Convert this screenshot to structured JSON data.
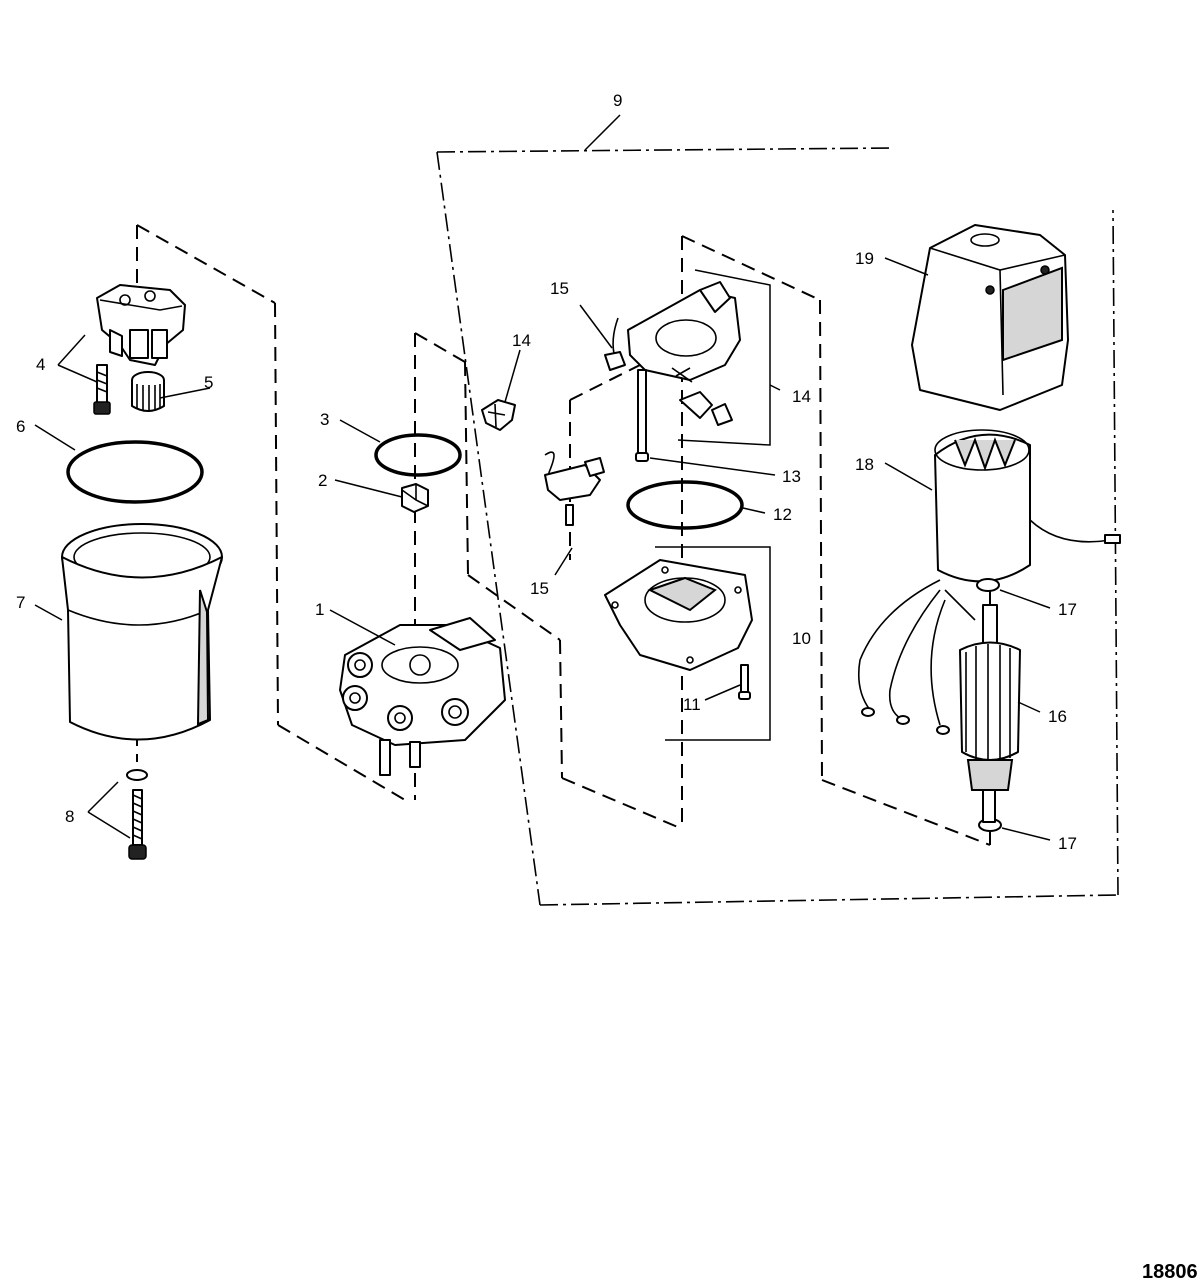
{
  "figure_number": "18806",
  "callouts": {
    "c1": "1",
    "c2": "2",
    "c3": "3",
    "c4": "4",
    "c5": "5",
    "c6": "6",
    "c7": "7",
    "c8": "8",
    "c9": "9",
    "c10": "10",
    "c11": "11",
    "c12": "12",
    "c13": "13",
    "c14a": "14",
    "c14b": "14",
    "c15a": "15",
    "c15b": "15",
    "c16": "16",
    "c17a": "17",
    "c17b": "17",
    "c18": "18",
    "c19": "19"
  }
}
